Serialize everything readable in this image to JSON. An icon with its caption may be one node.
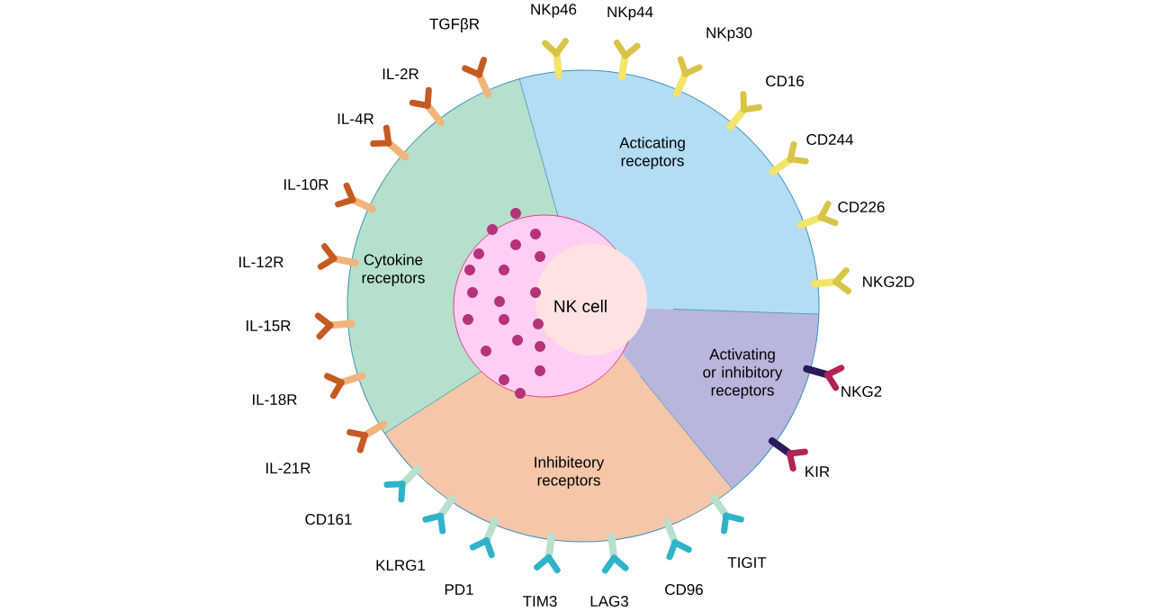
{
  "diagram": {
    "nodes": [
      {
        "text": [
          "Cytokine receptors"
        ]
      },
      {
        "text": [
          "Acticating receptors"
        ]
      },
      {
        "text": [
          "Activating or inhibitory receptors"
        ]
      },
      {
        "text": [
          "Inhibiteory receptors"
        ]
      },
      {
        "text": [
          "NK cell"
        ]
      }
    ],
    "labels": [
      "NKp46",
      "NKp44",
      "TGFβR",
      "NKp30",
      "IL-2R",
      "CD16",
      "IL-4R",
      "CD244",
      "IL-10R",
      "CD226",
      "IL-12R",
      "NKG2D",
      "IL-15R",
      "NKG2",
      "IL-18R",
      "IL-21R",
      "KIR",
      "CD161",
      "KLRG1",
      "TIGIT",
      "PD1",
      "CD96",
      "TIM3",
      "LAG3"
    ]
  }
}
